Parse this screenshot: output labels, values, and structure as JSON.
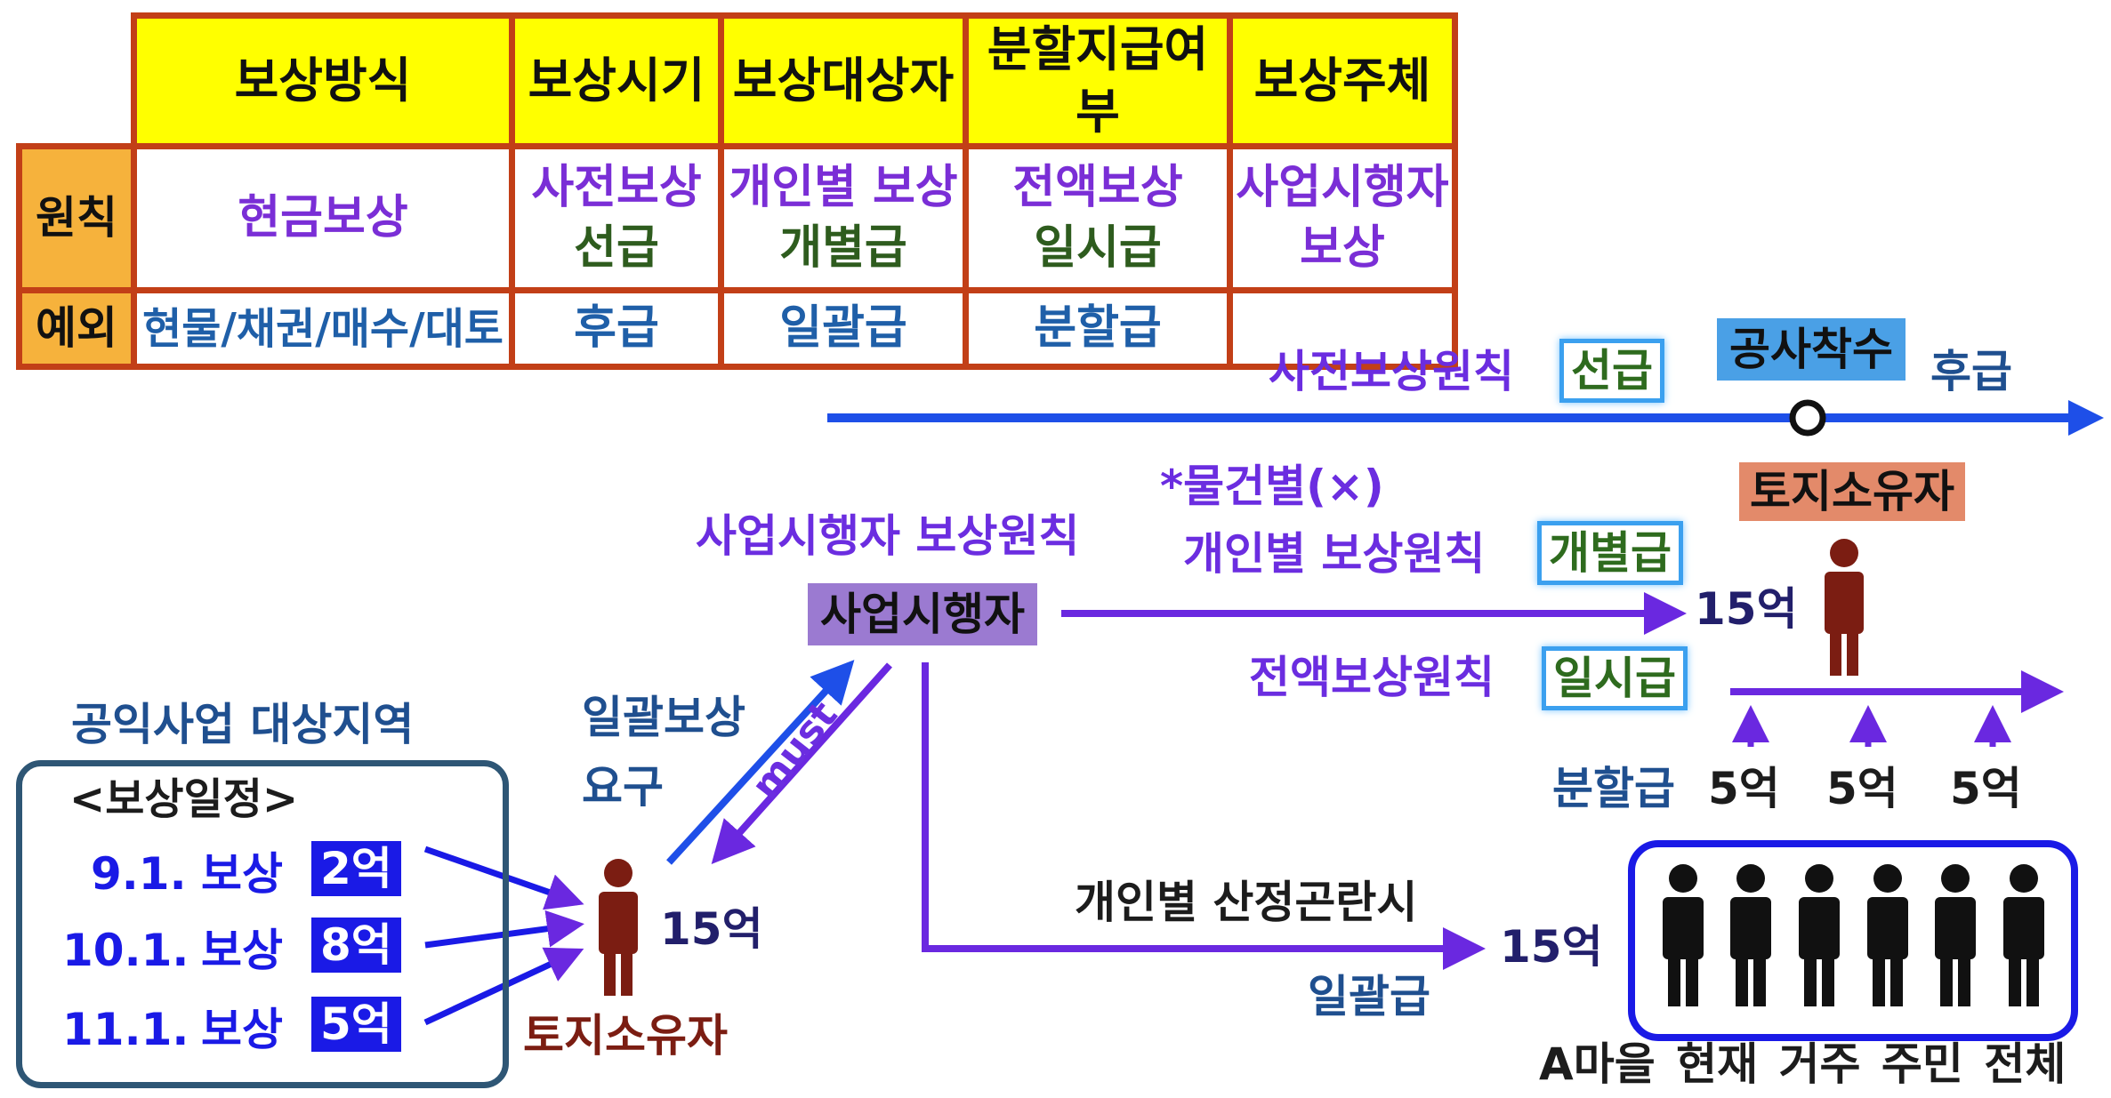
{
  "table": {
    "headers": [
      "보상방식",
      "보상시기",
      "보상대상자",
      "분할지급여부",
      "보상주체"
    ],
    "rows": [
      {
        "label": "원칙",
        "cells": [
          {
            "line1": "현금보상",
            "line2": ""
          },
          {
            "line1": "사전보상",
            "line2": "선급"
          },
          {
            "line1": "개인별 보상",
            "line2": "개별급"
          },
          {
            "line1": "전액보상",
            "line2": "일시급"
          },
          {
            "line1": "사업시행자",
            "line2": "보상"
          }
        ]
      },
      {
        "label": "예외",
        "cells": [
          "현물/채권/매수/대토",
          "후급",
          "일괄급",
          "분할급",
          ""
        ]
      }
    ]
  },
  "timeline": {
    "principle": "사전보상원칙",
    "before_label": "선급",
    "milestone": "공사착수",
    "after_label": "후급"
  },
  "operator": {
    "principle": "사업시행자 보상원칙",
    "label": "사업시행자"
  },
  "individual": {
    "note": "*물건별(×)",
    "principle": "개인별 보상원칙",
    "badge": "개별급",
    "amount": "15억",
    "owner_label": "토지소유자"
  },
  "lump": {
    "principle": "전액보상원칙",
    "badge": "일시급",
    "installment_label": "분할급",
    "installments": [
      "5억",
      "5억",
      "5억"
    ]
  },
  "area": {
    "title": "공익사업 대상지역",
    "schedule_title": "<보상일정>",
    "schedule": [
      {
        "date": "9.1.",
        "word": "보상",
        "amount": "2억"
      },
      {
        "date": "10.1.",
        "word": "보상",
        "amount": "8억"
      },
      {
        "date": "11.1.",
        "word": "보상",
        "amount": "5억"
      }
    ]
  },
  "request": {
    "line1": "일괄보상",
    "line2": "요구",
    "must": "must",
    "amount": "15억",
    "owner_label": "토지소유자"
  },
  "group": {
    "condition": "개인별 산정곤란시",
    "payment": "일괄급",
    "amount": "15억",
    "residents": "A마을 현재 거주 주민 전체",
    "count": 6
  },
  "colors": {
    "table_border": "#c23f17",
    "header_fill": "#ffff00",
    "row_header_fill": "#f6b23c",
    "principle_text": "#7a2ed6",
    "exception_text": "#1f5fa8",
    "operator_box": "#9b7ad1",
    "milestone_box": "#4aa0e6",
    "owner_box": "#e38a6a",
    "amount_box": "#1a1ae6",
    "arrow_blue": "#1e4fe8",
    "arrow_purple": "#6a28e0"
  }
}
